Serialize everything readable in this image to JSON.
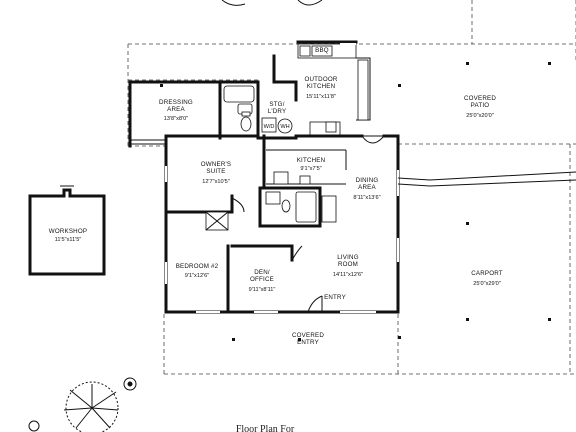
{
  "rooms": {
    "dressing": {
      "name": "DRESSING\nAREA",
      "dims": "13'8\"x8'0\""
    },
    "stg_ldry": {
      "name": "STG/\nL'DRY"
    },
    "washer_dryer": {
      "wd": "W/D",
      "wh": "WH"
    },
    "outdoor_kitchen": {
      "name": "OUTDOOR\nKITCHEN",
      "dims": "15'11\"x11'8\""
    },
    "bbq": {
      "name": "BBQ"
    },
    "covered_patio": {
      "name": "COVERED\nPATIO",
      "dims": "25'0\"x20'0\""
    },
    "owners_suite": {
      "name": "OWNER'S\nSUITE",
      "dims": "12'7\"x10'5\""
    },
    "kitchen": {
      "name": "KITCHEN",
      "dims": "9'1\"x7'5\""
    },
    "dining": {
      "name": "DINING\nAREA",
      "dims": "8'11\"x13'6\""
    },
    "workshop": {
      "name": "WORKSHOP",
      "dims": "11'5\"x11'5\""
    },
    "bedroom2": {
      "name": "BEDROOM #2",
      "dims": "9'1\"x12'6\""
    },
    "den_office": {
      "name": "DEN/\nOFFICE",
      "dims": "9'11\"x8'11\""
    },
    "living": {
      "name": "LIVING\nROOM",
      "dims": "14'11\"x12'6\""
    },
    "entry": {
      "name": "ENTRY"
    },
    "carport": {
      "name": "CARPORT",
      "dims": "25'0\"x29'0\""
    },
    "covered_entry": {
      "name": "COVERED\nENTRY"
    }
  },
  "caption": "Floor Plan For"
}
